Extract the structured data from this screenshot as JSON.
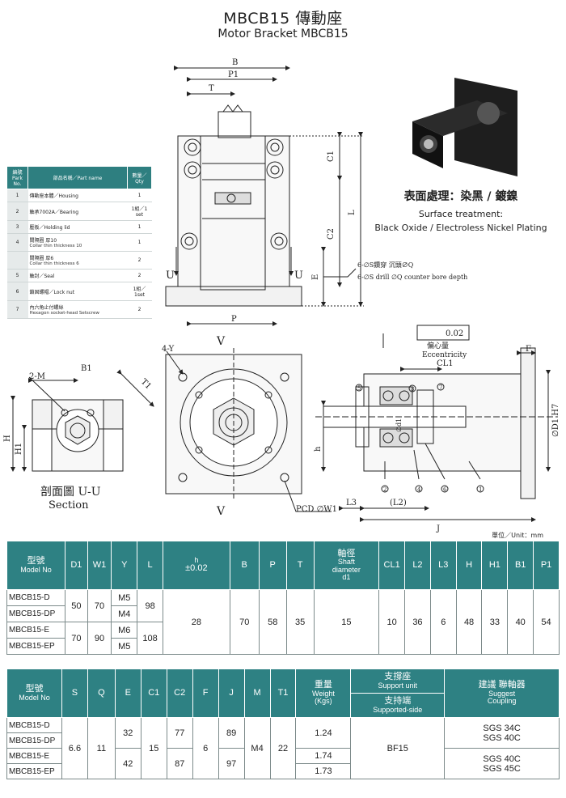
{
  "header": {
    "title": "MBCB15 傳動座",
    "subtitle": "Motor Bracket MBCB15"
  },
  "parts_table": {
    "headers": [
      "編號\nPark No.",
      "部品名稱／Part name",
      "數量／Qty"
    ],
    "rows": [
      {
        "no": "1",
        "name": "傳動座本體／Housing",
        "sub": "",
        "qty": "1"
      },
      {
        "no": "2",
        "name": "軸承7002A／Bearing",
        "sub": "",
        "qty": "1組／1 set"
      },
      {
        "no": "3",
        "name": "壓板／Holding lid",
        "sub": "",
        "qty": "1"
      },
      {
        "no": "4",
        "name": "間隔圈 厚10",
        "sub": "Collar thin thickness 10",
        "qty": "1"
      },
      {
        "no": "",
        "name": "間隔圈 厚6",
        "sub": "Collar thin thickness 6",
        "qty": "2"
      },
      {
        "no": "5",
        "name": "軸封／Seal",
        "sub": "",
        "qty": "2"
      },
      {
        "no": "6",
        "name": "鎖固螺帽／Lock nut",
        "sub": "",
        "qty": "1組／1set"
      },
      {
        "no": "7",
        "name": "內六角止付螺絲",
        "sub": "Hexagon socket-head Setscrew",
        "qty": "2"
      }
    ]
  },
  "surface": {
    "zh": "表面處理：染黑 / 鍍鎳",
    "en1": "Surface treatment:",
    "en2": "Black Oxide / Electroless Nickel Plating"
  },
  "drawing_labels": {
    "B": "B",
    "P1": "P1",
    "T": "T",
    "C1": "C1",
    "C2": "C2",
    "L": "L",
    "E": "E",
    "P": "P",
    "U": "U",
    "holes1": "6-∅S鑽穿 沉頭∅Q",
    "holes2": "6-∅S drill ∅Q counter bore depth",
    "section_zh": "剖面圖 U-U",
    "section_en": "Section",
    "B1": "B1",
    "M2": "2-M",
    "T1": "T1",
    "H": "H",
    "H1": "H1",
    "Y4": "4-Y",
    "V": "V",
    "PCD": "PCD ∅W1",
    "ecc_val": "0.02",
    "ecc_zh": "偏心量",
    "ecc_en": "Eccentricity",
    "F": "F",
    "CL1": "CL1",
    "D1H7": "∅D1 H7",
    "d1": "∅d1",
    "h": "h",
    "L3": "L3",
    "L2": "(L2)",
    "J": "J",
    "n1": "1",
    "n2": "2",
    "n3": "3",
    "n4": "4",
    "n5": "5",
    "n6": "6",
    "n7": "7"
  },
  "unit_label": "單位／Unit：mm",
  "spec1": {
    "headers": {
      "model_zh": "型號",
      "model_en": "Model No",
      "D1": "D1",
      "W1": "W1",
      "Y": "Y",
      "L": "L",
      "h1": "h",
      "h2": "±0.02",
      "B": "B",
      "P": "P",
      "T": "T",
      "shaft_zh": "軸徑",
      "shaft_en1": "Shaft",
      "shaft_en2": "diameter",
      "shaft_en3": "d1",
      "CL1": "CL1",
      "L2": "L2",
      "L3": "L3",
      "H": "H",
      "H1": "H1",
      "B1": "B1",
      "P1": "P1"
    },
    "models": [
      "MBCB15-D",
      "MBCB15-DP",
      "MBCB15-E",
      "MBCB15-EP"
    ],
    "D1": [
      "50",
      "70"
    ],
    "W1": [
      "70",
      "90"
    ],
    "Y": [
      "M5",
      "M4",
      "M6",
      "M5"
    ],
    "L": [
      "98",
      "108"
    ],
    "h": "28",
    "B": "70",
    "P": "58",
    "T": "35",
    "d1": "15",
    "CL1": "10",
    "L2": "36",
    "L3": "6",
    "H": "48",
    "H1": "33",
    "B1": "40",
    "P1": "54"
  },
  "spec2": {
    "headers": {
      "model_zh": "型號",
      "model_en": "Model No",
      "S": "S",
      "Q": "Q",
      "E": "E",
      "C1": "C1",
      "C2": "C2",
      "F": "F",
      "J": "J",
      "M": "M",
      "T1": "T1",
      "weight_zh": "重量",
      "weight_en": "Weight",
      "weight_unit": "(Kgs)",
      "support_zh": "支撐座",
      "support_en": "Support unit",
      "supported_zh": "支持端",
      "supported_en": "Supported-side",
      "coupling_zh": "建議 聯軸器",
      "coupling_en1": "Suggest",
      "coupling_en2": "Coupling"
    },
    "models": [
      "MBCB15-D",
      "MBCB15-DP",
      "MBCB15-E",
      "MBCB15-EP"
    ],
    "S": "6.6",
    "Q": "11",
    "E": [
      "32",
      "42"
    ],
    "C1": "15",
    "C2": [
      "77",
      "87"
    ],
    "F": "6",
    "J": [
      "89",
      "97"
    ],
    "M": "M4",
    "T1": "22",
    "weight": [
      "1.24",
      "1.74",
      "1.73"
    ],
    "support": "BF15",
    "coupling": [
      "SGS 34C",
      "SGS 40C",
      "SGS 40C",
      "SGS 45C"
    ]
  }
}
